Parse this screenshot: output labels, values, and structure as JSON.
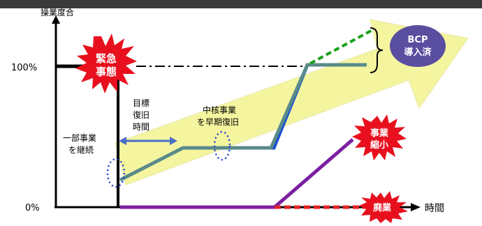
{
  "header": {
    "title": ""
  },
  "axes": {
    "y_label": "操業度合",
    "y_tick_top": "100%",
    "y_tick_bottom": "0%",
    "x_label": "時間"
  },
  "bursts": {
    "emergency": [
      "緊急",
      "事態"
    ],
    "shrink": [
      "事業",
      "縮小"
    ],
    "closure": [
      "廃業"
    ]
  },
  "labels": {
    "target_time": [
      "目標",
      "復旧",
      "時間"
    ],
    "continue_part": [
      "一部事業",
      "を継続"
    ],
    "core_early": [
      "中核事業",
      "を早期復旧"
    ]
  },
  "badge": {
    "lines": [
      "BCP",
      "導入済"
    ]
  },
  "colors": {
    "arrow_fill": "#f5f5a0",
    "bcp_line": "#5a8a8a",
    "blue_line": "#1a4fd0",
    "purple_line": "#7b1fa2",
    "red_dash": "#e52222",
    "green_dash": "#1aa01a",
    "burst_red": "#e8101e",
    "badge_fill": "#5a4ea0"
  },
  "icons": [
    "emergency-burst",
    "shrink-burst",
    "closure-burst",
    "bcp-badge"
  ]
}
